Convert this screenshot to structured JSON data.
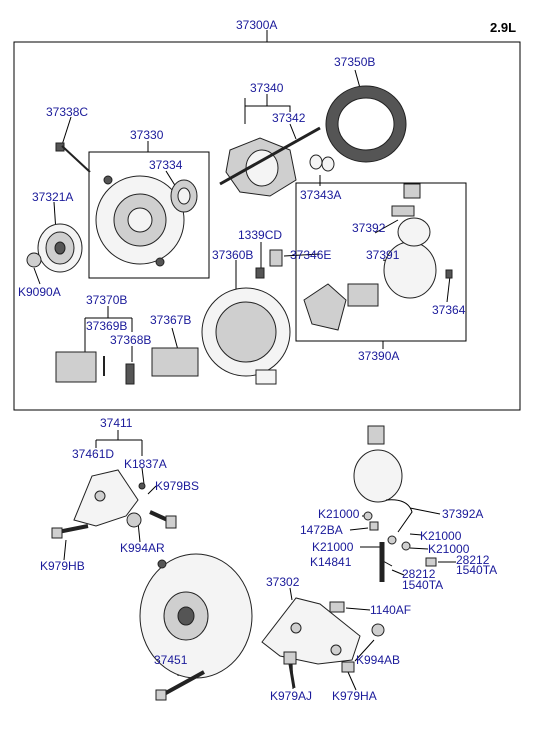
{
  "engine": "2.9L",
  "labels": {
    "l37300A": "37300A",
    "l37350B": "37350B",
    "l37340": "37340",
    "l37342": "37342",
    "l37338C": "37338C",
    "l37330": "37330",
    "l37334": "37334",
    "l37343A": "37343A",
    "l37321A": "37321A",
    "l1339CD": "1339CD",
    "l37392": "37392",
    "l37360B": "37360B",
    "l37346E": "37346E",
    "l37391": "37391",
    "l K9090A": "K9090A",
    "l37370B": "37370B",
    "l37369B": "37369B",
    "l37367B": "37367B",
    "l37368B": "37368B",
    "l37364": "37364",
    "l37390A": "37390A",
    "l37411": "37411",
    "l37461D": "37461D",
    "lK1837A": "K1837A",
    "lK979BS": "K979BS",
    "lK994AR": "K994AR",
    "lK979HB": "K979HB",
    "lK21000a": "K21000",
    "l37392A": "37392A",
    "l1472BA": "1472BA",
    "lK21000b": "K21000",
    "lK21000c": "K21000",
    "lK21000d": "K21000",
    "lK14841": "K14841",
    "l28212a": "28212",
    "l1540TAa": "1540TA",
    "l28212b": "28212",
    "l1540TAb": "1540TA",
    "l37302": "37302",
    "l1140AF": "1140AF",
    "l37451": "37451",
    "lK994AB": "K994AB",
    "lK979AJ": "K979AJ",
    "lK979HA": "K979HA"
  }
}
